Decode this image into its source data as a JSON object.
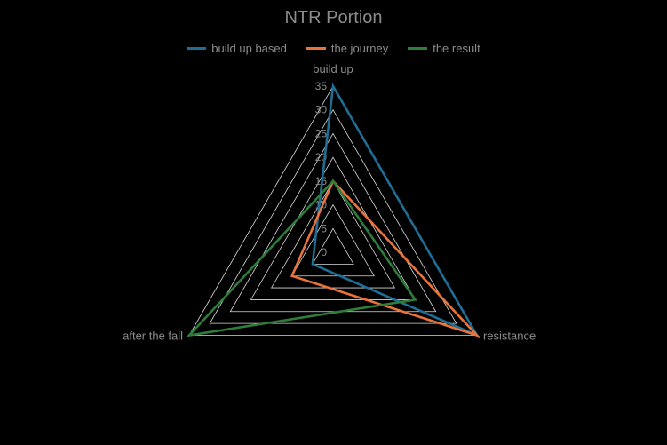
{
  "chart_data": {
    "type": "radar",
    "title": "NTR Portion",
    "categories": [
      "build up",
      "resistance",
      "after the fall"
    ],
    "r_ticks": [
      0,
      5,
      10,
      15,
      20,
      25,
      30,
      35
    ],
    "rlim": [
      0,
      35
    ],
    "grid": true,
    "legend_position": "top",
    "series": [
      {
        "name": "build up based",
        "values": [
          35,
          35,
          5
        ],
        "color": "#1f6e95"
      },
      {
        "name": "the journey",
        "values": [
          15,
          35,
          10
        ],
        "color": "#e8743b"
      },
      {
        "name": "the result",
        "values": [
          15,
          20,
          35
        ],
        "color": "#2e7d3a"
      }
    ]
  }
}
